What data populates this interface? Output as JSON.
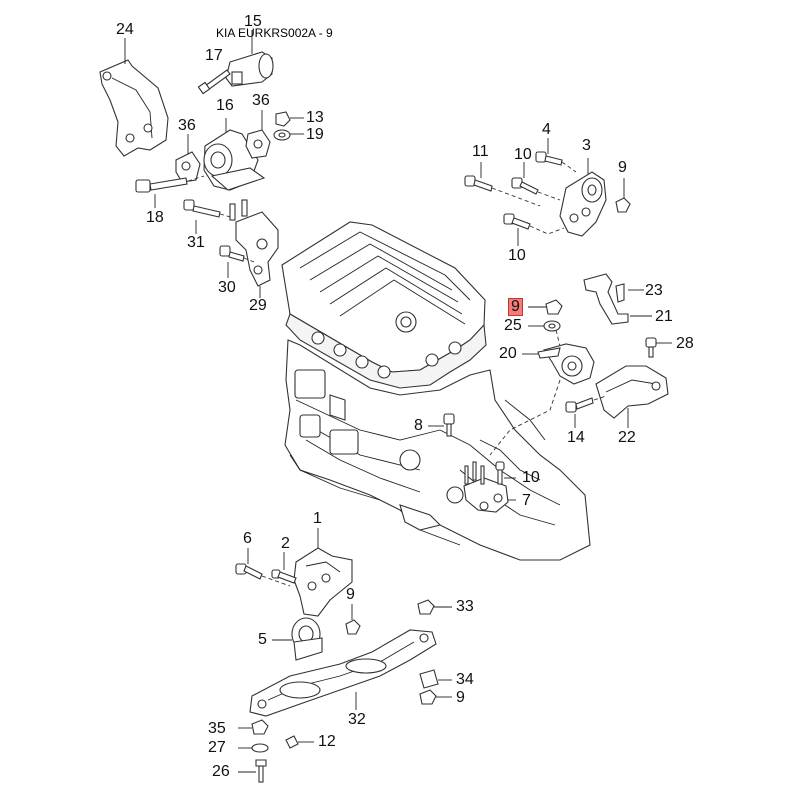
{
  "diagram": {
    "title": "KIA EURKRS002A - 9",
    "highlight_color": "#f47c7c",
    "callouts": [
      {
        "id": "c24",
        "text": "24"
      },
      {
        "id": "c15",
        "text": "15"
      },
      {
        "id": "c17",
        "text": "17"
      },
      {
        "id": "c16",
        "text": "16"
      },
      {
        "id": "c36a",
        "text": "36"
      },
      {
        "id": "c36b",
        "text": "36"
      },
      {
        "id": "c13",
        "text": "13"
      },
      {
        "id": "c19",
        "text": "19"
      },
      {
        "id": "c18",
        "text": "18"
      },
      {
        "id": "c31",
        "text": "31"
      },
      {
        "id": "c30",
        "text": "30"
      },
      {
        "id": "c29",
        "text": "29"
      },
      {
        "id": "c4",
        "text": "4"
      },
      {
        "id": "c11",
        "text": "11"
      },
      {
        "id": "c10a",
        "text": "10"
      },
      {
        "id": "c3",
        "text": "3"
      },
      {
        "id": "c9a",
        "text": "9"
      },
      {
        "id": "c10b",
        "text": "10"
      },
      {
        "id": "c9hl",
        "text": "9"
      },
      {
        "id": "c23",
        "text": "23"
      },
      {
        "id": "c25",
        "text": "25"
      },
      {
        "id": "c21",
        "text": "21"
      },
      {
        "id": "c20",
        "text": "20"
      },
      {
        "id": "c28",
        "text": "28"
      },
      {
        "id": "c8",
        "text": "8"
      },
      {
        "id": "c14",
        "text": "14"
      },
      {
        "id": "c22",
        "text": "22"
      },
      {
        "id": "c10c",
        "text": "10"
      },
      {
        "id": "c7",
        "text": "7"
      },
      {
        "id": "c1",
        "text": "1"
      },
      {
        "id": "c6",
        "text": "6"
      },
      {
        "id": "c2",
        "text": "2"
      },
      {
        "id": "c9b",
        "text": "9"
      },
      {
        "id": "c33",
        "text": "33"
      },
      {
        "id": "c5",
        "text": "5"
      },
      {
        "id": "c34",
        "text": "34"
      },
      {
        "id": "c9c",
        "text": "9"
      },
      {
        "id": "c32",
        "text": "32"
      },
      {
        "id": "c35",
        "text": "35"
      },
      {
        "id": "c27",
        "text": "27"
      },
      {
        "id": "c12",
        "text": "12"
      },
      {
        "id": "c26",
        "text": "26"
      }
    ]
  }
}
